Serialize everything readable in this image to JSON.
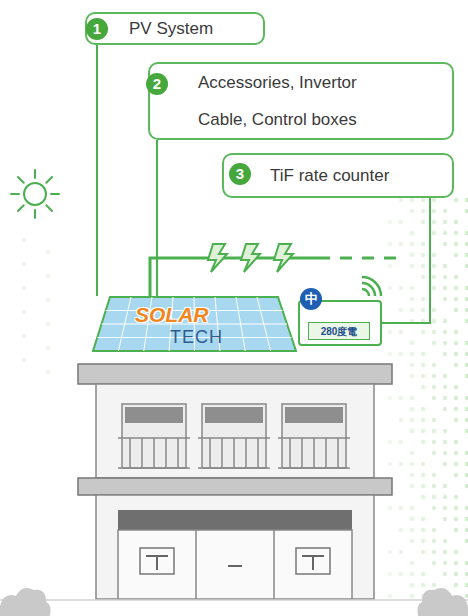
{
  "diagram": {
    "nodes": [
      {
        "text": [
          "PV System"
        ]
      },
      {
        "text": [
          "Accessories, Invertor Cable, Control boxes"
        ]
      },
      {
        "text": [
          "TiF rate counter"
        ]
      },
      {
        "text": [
          "SOLAR",
          "TECH"
        ]
      },
      {
        "text": [
          "中",
          "280度電"
        ]
      }
    ],
    "edges": [
      {
        "from": 0,
        "to": 3,
        "arrow": "none"
      },
      {
        "from": 1,
        "to": 3,
        "arrow": "none"
      },
      {
        "from": 2,
        "to": 4,
        "arrow": "none"
      }
    ],
    "labels": [
      "1",
      "2",
      "3"
    ]
  }
}
